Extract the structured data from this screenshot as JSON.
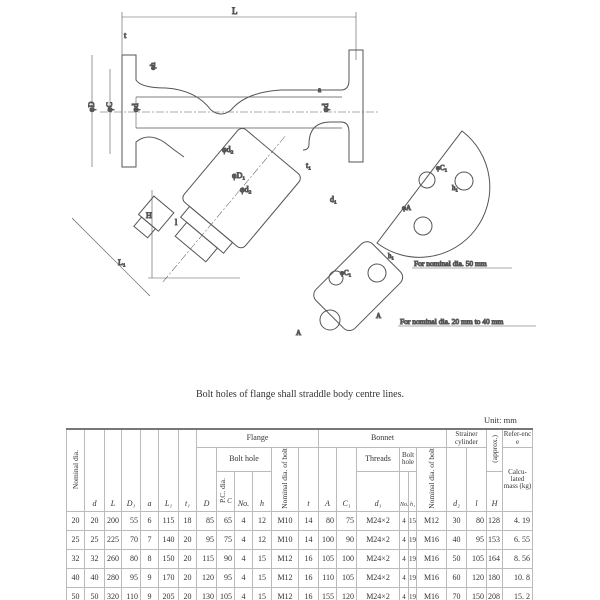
{
  "drawing": {
    "labels": {
      "L": "L",
      "t": "t",
      "phi_h": "φh",
      "phi_D": "φD",
      "phi_C": "φC",
      "phi_d_left": "φd",
      "phi_d_right": "φd",
      "a": "a",
      "phi_d2_top": "φd₂",
      "phi_D1": "φD₁",
      "phi_d2": "φd₂",
      "t1": "t₁",
      "d1": "d₁",
      "H": "H",
      "l": "l",
      "L1": "L₁",
      "phi_C1_a": "φC₁",
      "h1_a": "h₁",
      "phi_A": "φA",
      "phi_C1_b": "φC₁",
      "h1_b": "h₁",
      "A_left": "A",
      "A_right": "A"
    },
    "note_50": "For nominal dia. 50 mm",
    "note_20_40": "For nominal dia. 20 mm to 40 mm"
  },
  "caption": "Bolt holes of flange shall straddle body centre lines.",
  "unit": "Unit:  mm",
  "table": {
    "headers": {
      "nominal_dia": "Nominal dia.",
      "d": "d",
      "L": "L",
      "D1": "D₁",
      "a": "a",
      "L1": "L₁",
      "t1": "t₁",
      "flange": "Flange",
      "D": "D",
      "bolt_hole": "Bolt hole",
      "pcd": "P.C. dia.",
      "C": "C",
      "no": "No.",
      "h": "h",
      "nominal_bolt": "Nominal dia. of bolt",
      "t": "t",
      "bonnet": "Bonnet",
      "A": "A",
      "C1": "C₁",
      "threads": "Threads",
      "d1": "d₁",
      "bonnet_bolt_hole": "Bolt hole",
      "bonnet_no": "No.",
      "h1": "h₁",
      "bonnet_nominal_bolt": "Nominal dia. of bolt",
      "strainer": "Strainer cylinder",
      "d2": "d₂",
      "l": "l",
      "approx": "(approx.)",
      "H": "H",
      "reference": "Refer-ence",
      "mass": "Calcu-lated mass (kg)"
    },
    "rows": [
      [
        "20",
        "20",
        "200",
        "55",
        "6",
        "115",
        "18",
        "85",
        "65",
        "4",
        "12",
        "M10",
        "14",
        "80",
        "75",
        "M24×2",
        "4",
        "15",
        "M12",
        "30",
        "80",
        "128",
        "4. 19"
      ],
      [
        "25",
        "25",
        "225",
        "70",
        "7",
        "140",
        "20",
        "95",
        "75",
        "4",
        "12",
        "M10",
        "14",
        "100",
        "90",
        "M24×2",
        "4",
        "19",
        "M16",
        "40",
        "95",
        "153",
        "6. 55"
      ],
      [
        "32",
        "32",
        "260",
        "80",
        "8",
        "150",
        "20",
        "115",
        "90",
        "4",
        "15",
        "M12",
        "16",
        "105",
        "100",
        "M24×2",
        "4",
        "19",
        "M16",
        "50",
        "105",
        "164",
        "8. 56"
      ],
      [
        "40",
        "40",
        "280",
        "95",
        "9",
        "170",
        "20",
        "120",
        "95",
        "4",
        "15",
        "M12",
        "16",
        "110",
        "105",
        "M24×2",
        "4",
        "19",
        "M16",
        "60",
        "120",
        "180",
        "10. 8"
      ],
      [
        "50",
        "50",
        "320",
        "110",
        "9",
        "205",
        "20",
        "130",
        "105",
        "4",
        "15",
        "M12",
        "16",
        "155",
        "120",
        "M24×2",
        "4",
        "19",
        "M16",
        "70",
        "150",
        "208",
        "15. 2"
      ]
    ]
  }
}
